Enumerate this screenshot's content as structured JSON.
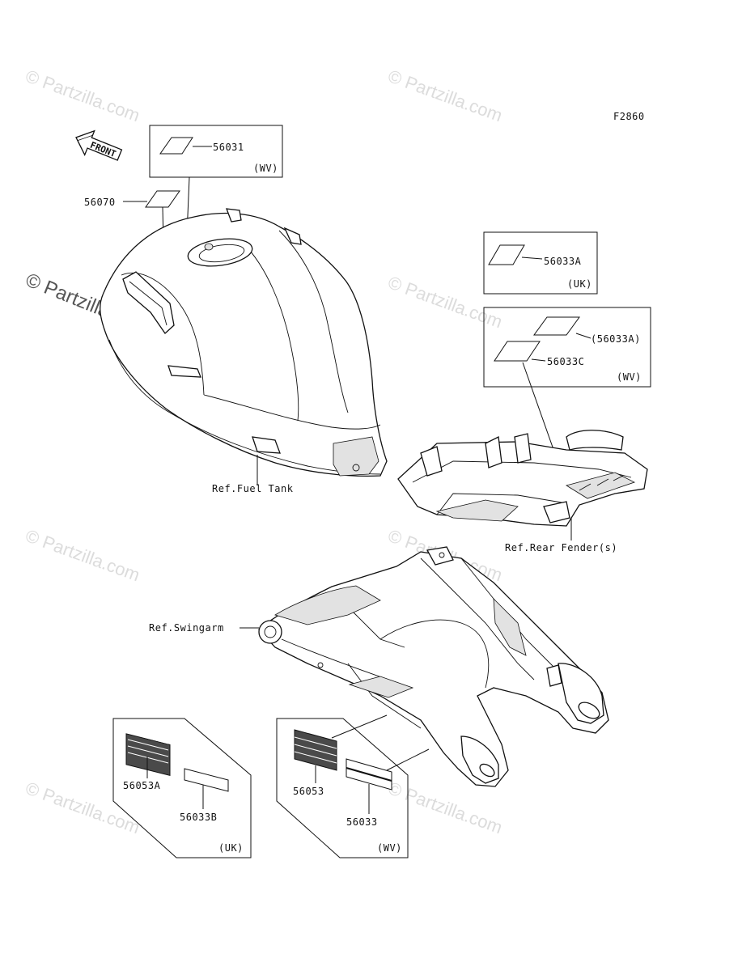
{
  "diagram": {
    "figure_code": "F2860",
    "front_label": "FRONT",
    "watermark": {
      "text": "© Partzilla.com",
      "highlight_text": "© Partzilla.com"
    },
    "labels": {
      "p56031": "56031",
      "p56070": "56070",
      "wv_tank_box": "(WV)",
      "p56033A": "56033A",
      "uk_fender_box": "(UK)",
      "p56033A_ref": "(56033A)",
      "p56033C": "56033C",
      "wv_fender_box": "(WV)",
      "ref_fuel_tank": "Ref.Fuel Tank",
      "ref_rear_fender": "Ref.Rear Fender(s)",
      "ref_swingarm": "Ref.Swingarm",
      "p56053A": "56053A",
      "p56033B": "56033B",
      "uk_swingarm_box": "(UK)",
      "p56053": "56053",
      "p56033": "56033",
      "wv_swingarm_box": "(WV)"
    },
    "icons": {
      "front_arrow": "front-arrow-icon"
    }
  }
}
